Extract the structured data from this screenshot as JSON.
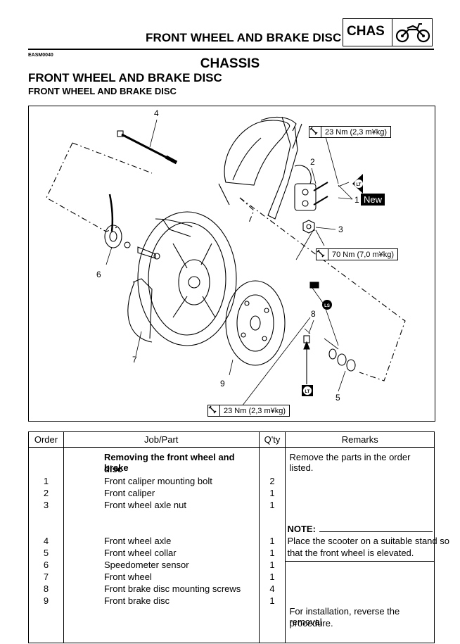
{
  "header": {
    "title": "FRONT WHEEL AND BRAKE DISC",
    "section_code": "CHAS",
    "section_icon": "motorcycle-icon"
  },
  "doc_code": "EASM0040",
  "main_title": "CHASSIS",
  "section_title": "FRONT WHEEL AND BRAKE DISC",
  "subsection_title": "FRONT WHEEL AND BRAKE DISC",
  "diagram": {
    "callouts": [
      "4",
      "2",
      "1",
      "3",
      "6",
      "8",
      "7",
      "9",
      "5"
    ],
    "torques": [
      "23 Nm (2,3 m¥kg)",
      "70 Nm (7,0 m¥kg)",
      "23 Nm (2,3 m¥kg)"
    ],
    "new_label": "New",
    "lt_label": "LT",
    "ls_label": "LS"
  },
  "table": {
    "headers": [
      "Order",
      "Job/Part",
      "Q'ty",
      "Remarks"
    ],
    "group_title_line1": "Removing the front wheel and brake",
    "group_title_line2": "disc",
    "rows": [
      {
        "order": "1",
        "part": "Front caliper mounting bolt",
        "qty": "2"
      },
      {
        "order": "2",
        "part": "Front caliper",
        "qty": "1"
      },
      {
        "order": "3",
        "part": "Front wheel axle nut",
        "qty": "1"
      },
      {
        "order": "4",
        "part": "Front wheel axle",
        "qty": "1"
      },
      {
        "order": "5",
        "part": "Front wheel collar",
        "qty": "1"
      },
      {
        "order": "6",
        "part": "Speedometer sensor",
        "qty": "1"
      },
      {
        "order": "7",
        "part": "Front wheel",
        "qty": "1"
      },
      {
        "order": "8",
        "part": "Front brake disc mounting screws",
        "qty": "4"
      },
      {
        "order": "9",
        "part": "Front brake disc",
        "qty": "1"
      }
    ],
    "remarks": {
      "intro": "Remove the parts in the order listed.",
      "note_label": "NOTE:",
      "note_line1": "Place the scooter on a suitable stand so",
      "note_line2": "that the front wheel is elevated.",
      "install_line1": "For installation, reverse the removal",
      "install_line2": "procedure."
    }
  }
}
